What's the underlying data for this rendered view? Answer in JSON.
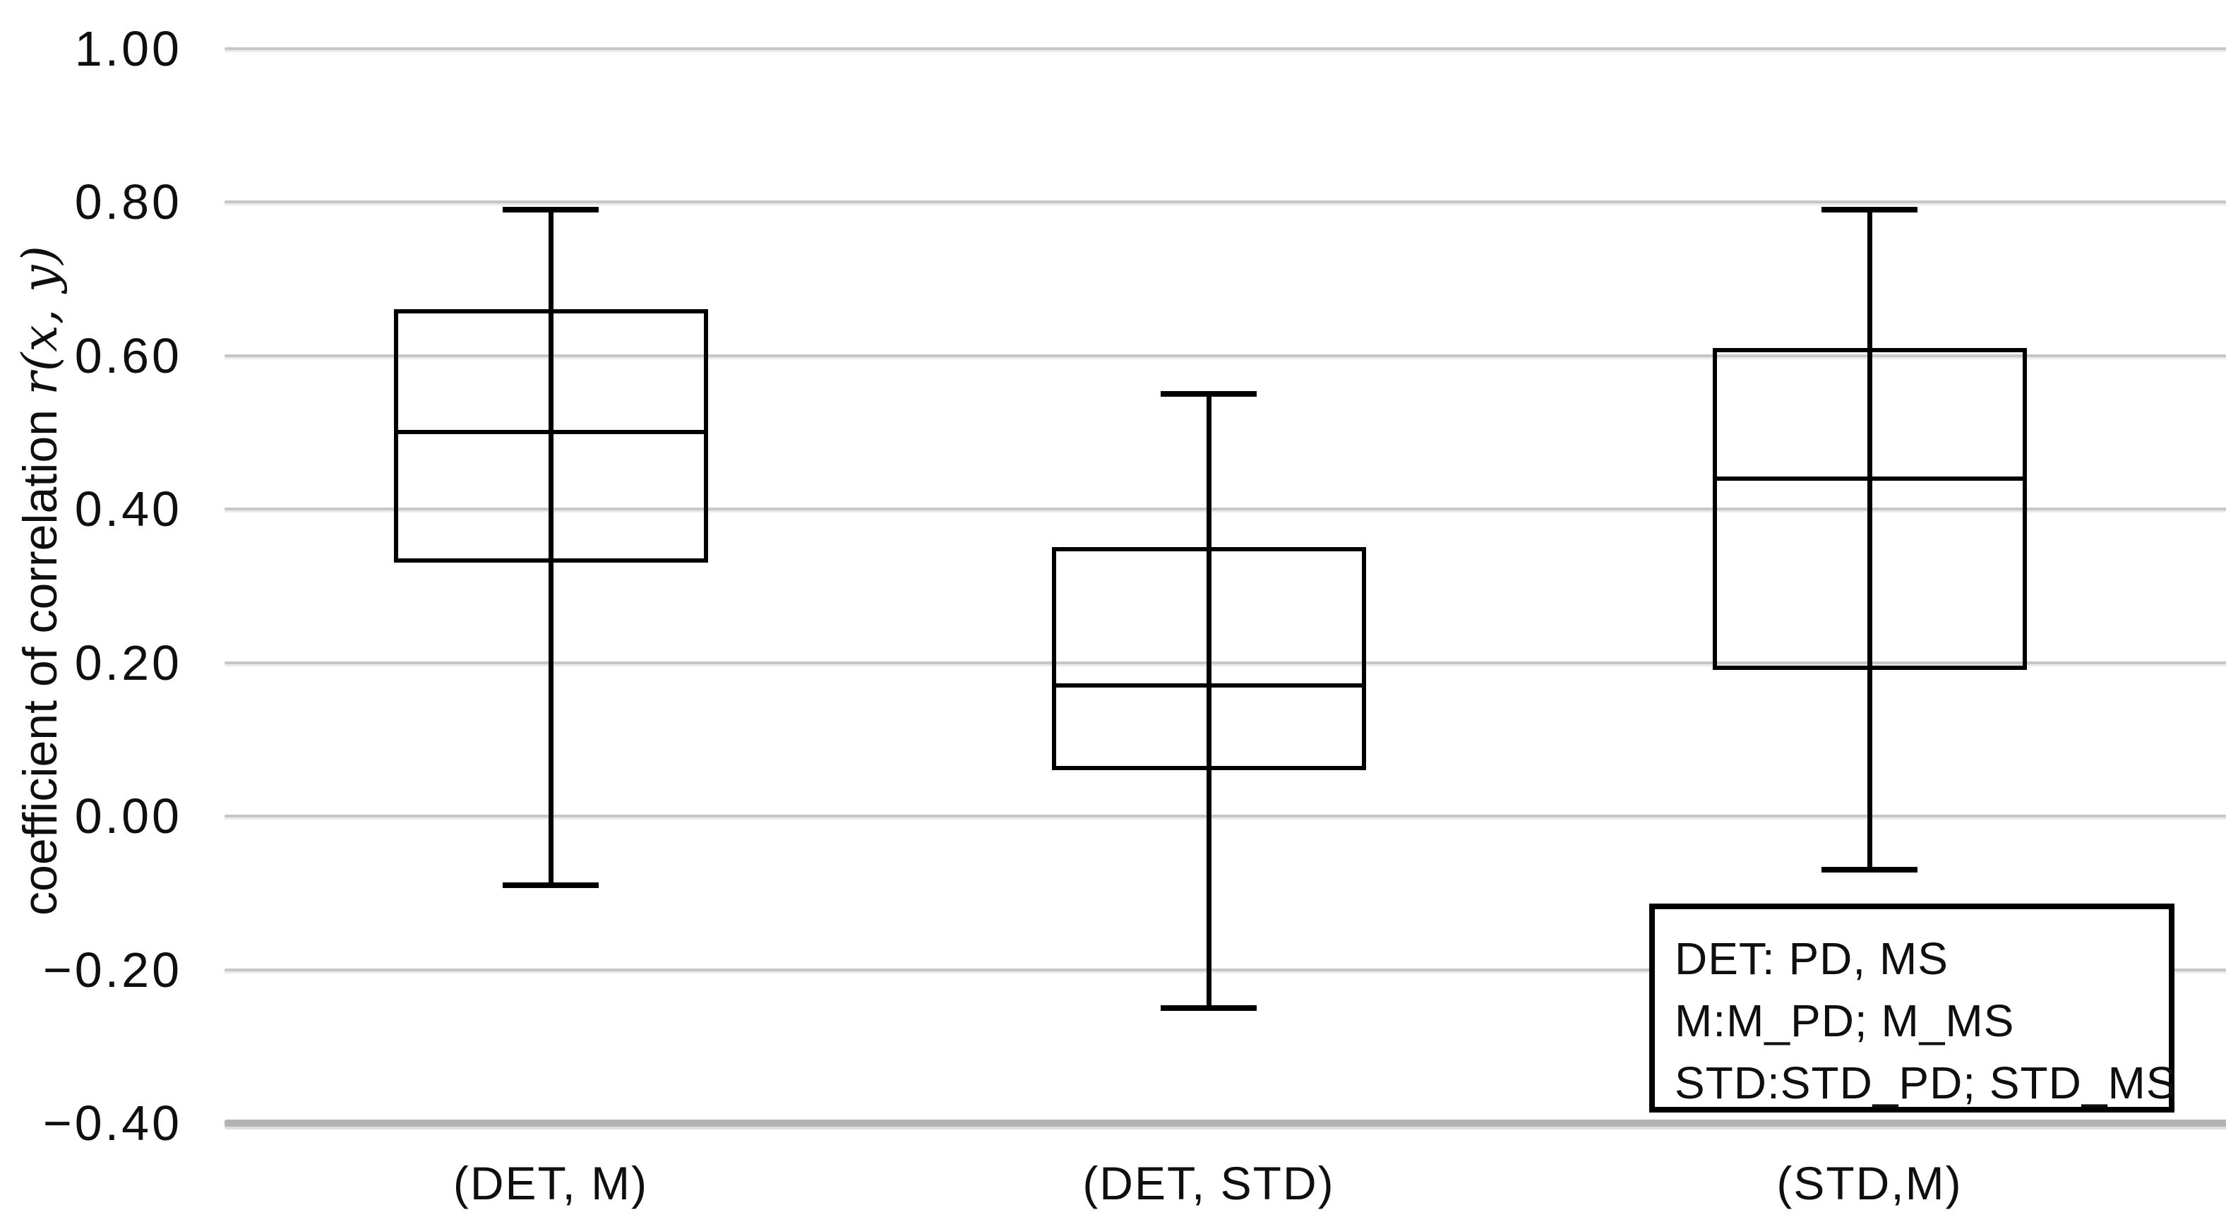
{
  "chart_data": {
    "type": "boxplot",
    "title": "",
    "ylabel_prefix": "coefficient of correlation",
    "ylabel_math": "r(x, y)",
    "xlabel": "",
    "ylim": [
      -0.4,
      1.0
    ],
    "grid": "horizontal",
    "legend_position": "bottom-right",
    "y_ticks": [
      {
        "label": "1.00",
        "value": 1.0
      },
      {
        "label": "0.80",
        "value": 0.8
      },
      {
        "label": "0.60",
        "value": 0.6
      },
      {
        "label": "0.40",
        "value": 0.4
      },
      {
        "label": "0.20",
        "value": 0.2
      },
      {
        "label": "0.00",
        "value": 0.0
      },
      {
        "label": "−0.20",
        "value": -0.2
      },
      {
        "label": "−0.40",
        "value": -0.4
      }
    ],
    "categories": [
      "(DET, M)",
      "(DET, STD)",
      "(STD,M)"
    ],
    "series": [
      {
        "category": "(DET, M)",
        "whisker_low": -0.09,
        "q1": 0.33,
        "median": 0.5,
        "q3": 0.66,
        "whisker_high": 0.79
      },
      {
        "category": "(DET, STD)",
        "whisker_low": -0.25,
        "q1": 0.06,
        "median": 0.17,
        "q3": 0.35,
        "whisker_high": 0.55
      },
      {
        "category": "(STD,M)",
        "whisker_low": -0.07,
        "q1": 0.19,
        "median": 0.44,
        "q3": 0.61,
        "whisker_high": 0.79
      }
    ],
    "legend": {
      "lines": [
        "DET: PD, MS",
        "M:M_PD; M_MS",
        "STD:STD_PD; STD_MS"
      ]
    },
    "colors": {
      "box_stroke": "#000000",
      "gridline": "#c7c7c7",
      "axis_baseline": "#b2b2b2",
      "text": "#0f0f0f",
      "background": "#ffffff"
    }
  }
}
